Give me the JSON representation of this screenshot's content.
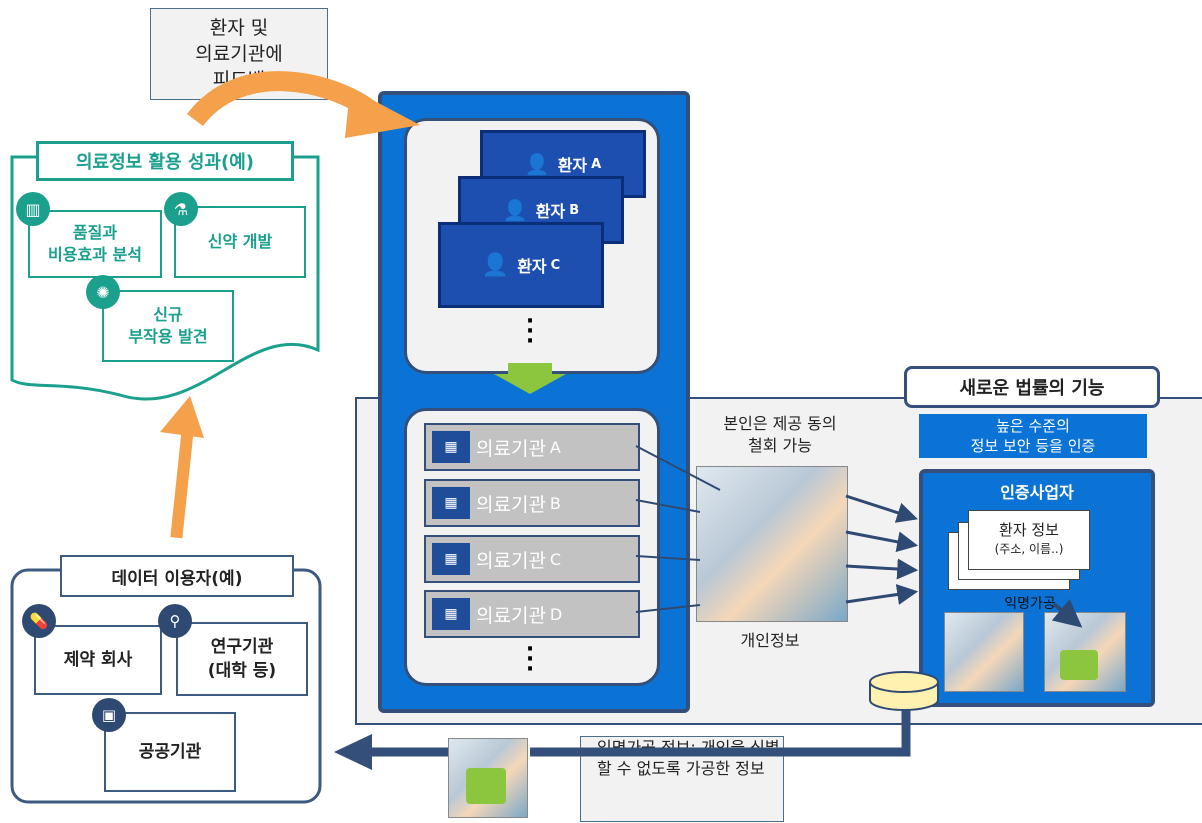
{
  "feedback": {
    "line1": "환자 및",
    "line2": "의료기관에",
    "line3": "피드백"
  },
  "outcomes": {
    "title": "의료정보 활용 성과(예)",
    "quality_line1": "품질과",
    "quality_line2": "비용효과 분석",
    "drug": "신약 개발",
    "adverse_line1": "신규",
    "adverse_line2": "부작용 발견"
  },
  "users": {
    "title": "데이터 이용자(예)",
    "pharma": "제약 회사",
    "research_line1": "연구기관",
    "research_line2": "(대학 등)",
    "public": "공공기관"
  },
  "patients": [
    {
      "name": "환자",
      "letter": "A"
    },
    {
      "name": "환자",
      "letter": "B"
    },
    {
      "name": "환자",
      "letter": "C"
    }
  ],
  "institutions": [
    {
      "name": "의료기관",
      "letter": "A"
    },
    {
      "name": "의료기관",
      "letter": "B"
    },
    {
      "name": "의료기관",
      "letter": "C"
    },
    {
      "name": "의료기관",
      "letter": "D"
    }
  ],
  "withdraw": {
    "line1": "본인은 제공 동의",
    "line2": "철회 가능"
  },
  "personal_info": "개인정보",
  "law": {
    "title": "새로운 법률의 기능",
    "security_line1": "높은 수준의",
    "security_line2": "정보 보안 등을 인증",
    "cert_title": "인증사업자",
    "patient_info": "환자 정보",
    "patient_info_detail": "(주소, 이름..)",
    "anonymize": "익명가공"
  },
  "anon_info": {
    "line1": "익명가공 정보: 개인을",
    "line2": "식별 할 수 없도록",
    "line3": "가공한 정보"
  },
  "colors": {
    "teal": "#1aa08c",
    "navy": "#34507a",
    "blue": "#0b73d6",
    "orange": "#f5a04a",
    "green": "#8cc63f"
  },
  "icons": [
    "chart-icon",
    "test-tube-icon",
    "virus-icon",
    "pill-icon",
    "microscope-icon",
    "monitor-icon",
    "person-icon",
    "hospital-building-icon",
    "lock-icon",
    "database-icon"
  ]
}
